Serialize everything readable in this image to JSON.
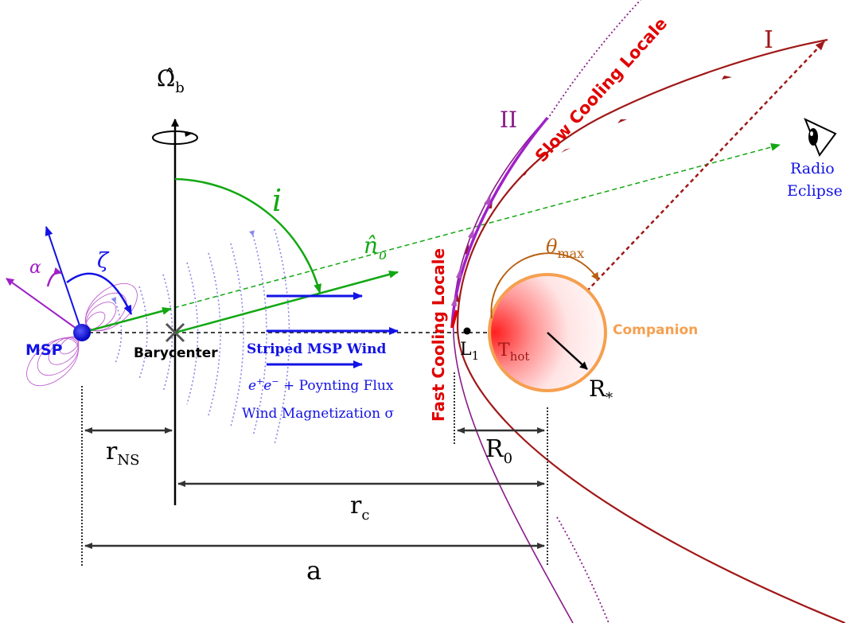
{
  "labels": {
    "omega_hat": "Ω̂",
    "omega_sub": "b",
    "inclination": "i",
    "n_hat": "n̂",
    "n_sub": "υ",
    "alpha": "α",
    "zeta": "ζ",
    "msp": "MSP",
    "barycenter": "Barycenter",
    "wind_title": "Striped MSP Wind",
    "wind_flux_prefix": "e",
    "wind_flux_plus": "+",
    "wind_flux_minus": "−",
    "wind_flux_text": " + Poynting Flux",
    "wind_mag": "Wind Magnetization σ",
    "fast_cooling": "Fast Cooling Locale",
    "slow_cooling": "Slow Cooling Locale",
    "branch_one": "I",
    "branch_two": "II",
    "radio_1": "Radio",
    "radio_2": "Eclipse",
    "theta": "θ",
    "theta_sub": "max",
    "companion": "Companion",
    "l1": "L",
    "l1_sub": "1",
    "t_hot": "T",
    "t_hot_sub": "hot",
    "r_star": "R",
    "r_star_sub": "*",
    "r_ns": "r",
    "r_ns_sub": "NS",
    "r_zero": "R",
    "r_zero_sub": "0",
    "r_c": "r",
    "r_c_sub": "c",
    "a": "a"
  },
  "colors": {
    "black": "#000000",
    "blue": "#1212e6",
    "green": "#12a812",
    "purple": "#a020c8",
    "red": "#e00000",
    "darkred": "#a01818",
    "violet": "#8a1a8a",
    "orange": "#f5a050",
    "brown": "#b86010",
    "lavender": "#8888e8"
  }
}
